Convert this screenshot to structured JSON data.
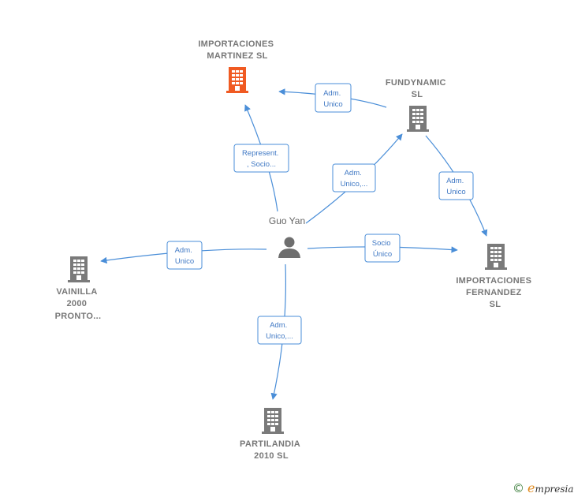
{
  "companies": {
    "importaciones_martinez": {
      "lines": [
        "IMPORTACIONES",
        "MARTINEZ  SL"
      ],
      "color": "#f05a22"
    },
    "fundynamic": {
      "lines": [
        "FUNDYNAMIC",
        "SL"
      ],
      "color": "#7a7a7a"
    },
    "importaciones_fernandez": {
      "lines": [
        "IMPORTACIONES",
        "FERNANDEZ",
        "SL"
      ],
      "color": "#7a7a7a"
    },
    "vainilla": {
      "lines": [
        "VAINILLA",
        "2000",
        "PRONTO..."
      ],
      "color": "#7a7a7a"
    },
    "partilandia": {
      "lines": [
        "PARTILANDIA",
        "2010 SL"
      ],
      "color": "#7a7a7a"
    }
  },
  "person": {
    "name": "Guo Yan",
    "color": "#6e6e6e"
  },
  "edges": {
    "guo_to_martinez": [
      "Represent.",
      ", Socio..."
    ],
    "fundynamic_to_martinez": [
      "Adm.",
      "Unico"
    ],
    "guo_to_fundynamic": [
      "Adm.",
      "Unico,..."
    ],
    "fundynamic_to_fernandez": [
      "Adm.",
      "Unico"
    ],
    "guo_to_vainilla": [
      "Adm.",
      "Unico"
    ],
    "guo_to_fernandez": [
      "Socio",
      "Único"
    ],
    "guo_to_partilandia": [
      "Adm.",
      "Unico,..."
    ]
  },
  "colors": {
    "edge": "#4a8ed8"
  },
  "footer": {
    "copyright": "©",
    "brand_first": "e",
    "brand_rest": "mpresia"
  }
}
